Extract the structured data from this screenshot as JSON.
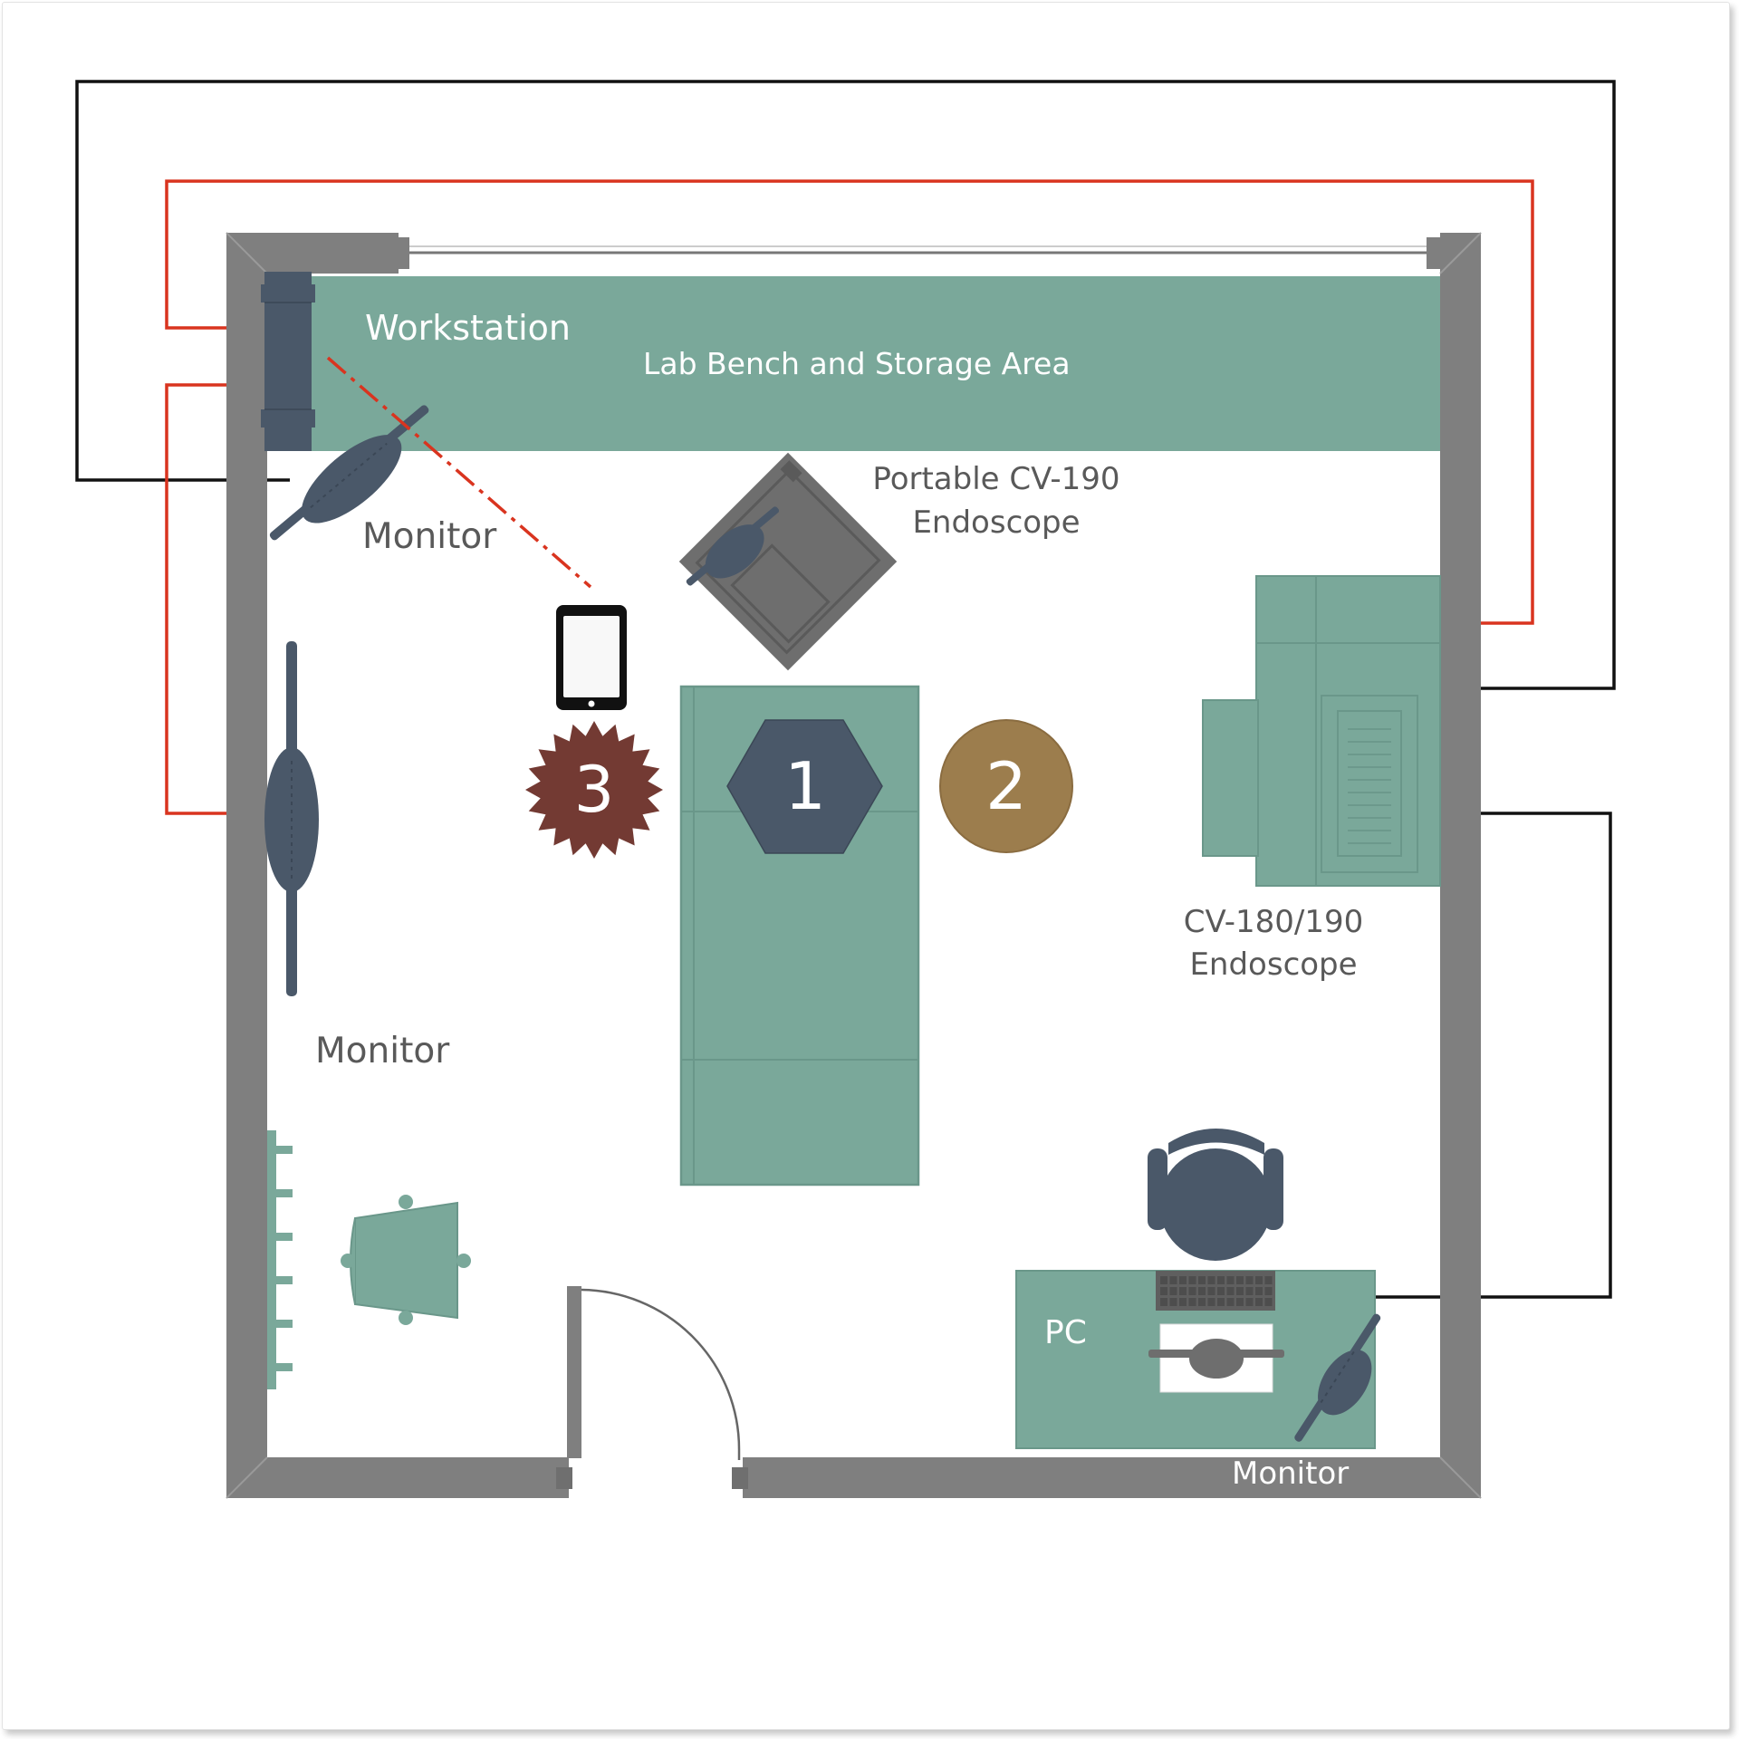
{
  "labels": {
    "workstation": "Workstation",
    "lab_bench": "Lab Bench and Storage Area",
    "monitor_top": "Monitor",
    "portable_line1": "Portable CV-190",
    "portable_line2": "Endoscope",
    "monitor_left": "Monitor",
    "cv_line1": "CV-180/190",
    "cv_line2": "Endoscope",
    "pc": "PC",
    "monitor_bottom": "Monitor"
  },
  "markers": {
    "hexagon": "1",
    "circle": "2",
    "starburst": "3"
  },
  "colors": {
    "wall": "#7f7f7f",
    "furniture": "#7aa89a",
    "furniture_edge": "#6a978a",
    "dark_slate": "#4a5869",
    "endoscope_gray": "#6e6e6e",
    "marker_hexagon": "#4a5869",
    "marker_circle": "#9c7d4d",
    "marker_starburst": "#733a33",
    "cable_red": "#d9341f",
    "cable_black": "#111111",
    "label_dark": "#595959",
    "label_light": "#ffffff"
  },
  "icons": {
    "tablet": "tablet-icon",
    "chair": "office-chair-icon",
    "keyboard": "keyboard-icon",
    "mouse": "mouse-icon",
    "door": "door-swing-icon"
  }
}
